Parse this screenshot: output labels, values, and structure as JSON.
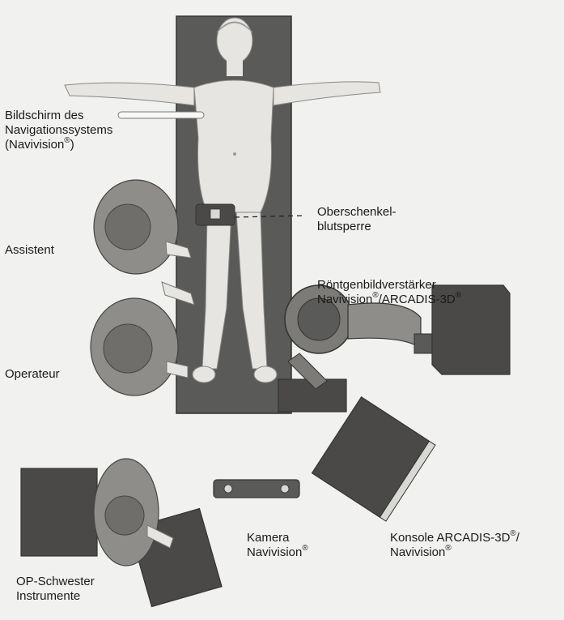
{
  "labels": {
    "screen": {
      "line1": "Bildschirm des",
      "line2": "Navigationssystems",
      "line3": "(Navivision",
      "line3_end": ")",
      "reg": "®"
    },
    "tourniquet": {
      "line1": "Oberschenkel-",
      "line2": "blutsperre"
    },
    "assistant": "Assistent",
    "xray": {
      "line1": "Röntgenbildverstärker",
      "line2a": "Navivision",
      "line2b": "/ARCADIS-3D",
      "reg": "®"
    },
    "surgeon": "Operateur",
    "camera": {
      "line1": "Kamera",
      "line2": "Navivision",
      "reg": "®"
    },
    "console": {
      "line1a": "Konsole ARCADIS-3D",
      "line1b": "/",
      "line2": "Navivision",
      "reg": "®"
    },
    "nurse": {
      "line1": "OP-Schwester",
      "line2": "Instrumente"
    }
  },
  "colors": {
    "table": "#5a5a58",
    "skin": "#e7e5e1",
    "skin_shade": "#bdbab4",
    "gown": "#8f8d89",
    "dark_equipment": "#4a4947",
    "mid_equipment": "#7c7b78",
    "outline": "#333333"
  }
}
